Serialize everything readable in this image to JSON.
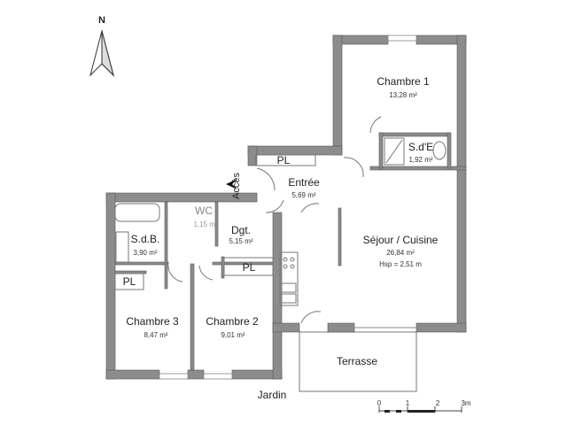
{
  "compass": {
    "label": "N"
  },
  "rooms": {
    "chambre1": {
      "name": "Chambre 1",
      "area": "13,28 m²"
    },
    "sde": {
      "name": "S.d'E",
      "area": "1,92 m²"
    },
    "pl_entree": {
      "name": "PL"
    },
    "entree": {
      "name": "Entrée",
      "area": "5,69 m²"
    },
    "wc": {
      "name": "WC",
      "area": "1,15 m²"
    },
    "dgt": {
      "name": "Dgt.",
      "area": "5,15 m²"
    },
    "sdb": {
      "name": "S.d.B.",
      "area": "3,90 m²"
    },
    "pl_sdb": {
      "name": "PL"
    },
    "pl_dgt": {
      "name": "PL"
    },
    "sejour": {
      "name": "Séjour / Cuisine",
      "area": "26,84 m²",
      "height": "Hsp = 2,51 m"
    },
    "chambre3": {
      "name": "Chambre 3",
      "area": "8,47 m²"
    },
    "chambre2": {
      "name": "Chambre 2",
      "area": "9,01 m²"
    },
    "terrasse": {
      "name": "Terrasse"
    }
  },
  "access": {
    "label": "Accès"
  },
  "garden": {
    "label": "Jardin"
  },
  "scale": {
    "ticks": [
      "0",
      "1",
      "2",
      "3m"
    ]
  }
}
